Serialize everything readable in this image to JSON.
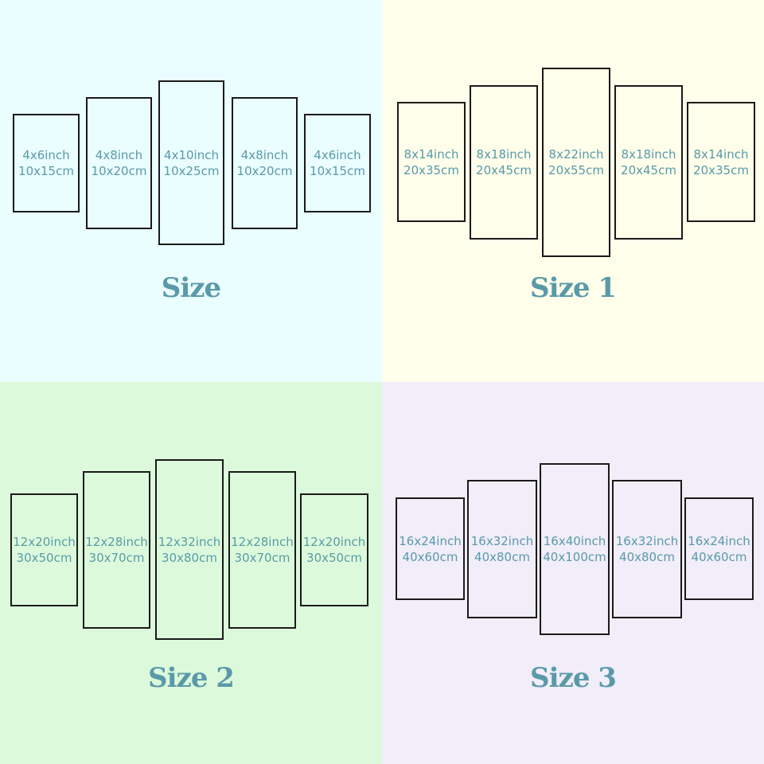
{
  "colors": {
    "text": "#5a9aa8",
    "frame": "#1a1a1a",
    "bg_q1": "#eafdff",
    "bg_q2": "#fefeeb",
    "bg_q3": "#dcfadb",
    "bg_q4": "#f1edf9"
  },
  "quadrants": [
    {
      "title": "Size",
      "panels": [
        {
          "inch": "4x6inch",
          "cm": "10x15cm"
        },
        {
          "inch": "4x8inch",
          "cm": "10x20cm"
        },
        {
          "inch": "4x10inch",
          "cm": "10x25cm"
        },
        {
          "inch": "4x8inch",
          "cm": "10x20cm"
        },
        {
          "inch": "4x6inch",
          "cm": "10x15cm"
        }
      ]
    },
    {
      "title": "Size 1",
      "panels": [
        {
          "inch": "8x14inch",
          "cm": "20x35cm"
        },
        {
          "inch": "8x18inch",
          "cm": "20x45cm"
        },
        {
          "inch": "8x22inch",
          "cm": "20x55cm"
        },
        {
          "inch": "8x18inch",
          "cm": "20x45cm"
        },
        {
          "inch": "8x14inch",
          "cm": "20x35cm"
        }
      ]
    },
    {
      "title": "Size 2",
      "panels": [
        {
          "inch": "12x20inch",
          "cm": "30x50cm"
        },
        {
          "inch": "12x28inch",
          "cm": "30x70cm"
        },
        {
          "inch": "12x32inch",
          "cm": "30x80cm"
        },
        {
          "inch": "12x28inch",
          "cm": "30x70cm"
        },
        {
          "inch": "12x20inch",
          "cm": "30x50cm"
        }
      ]
    },
    {
      "title": "Size 3",
      "panels": [
        {
          "inch": "16x24inch",
          "cm": "40x60cm"
        },
        {
          "inch": "16x32inch",
          "cm": "40x80cm"
        },
        {
          "inch": "16x40inch",
          "cm": "40x100cm"
        },
        {
          "inch": "16x32inch",
          "cm": "40x80cm"
        },
        {
          "inch": "16x24inch",
          "cm": "40x60cm"
        }
      ]
    }
  ]
}
